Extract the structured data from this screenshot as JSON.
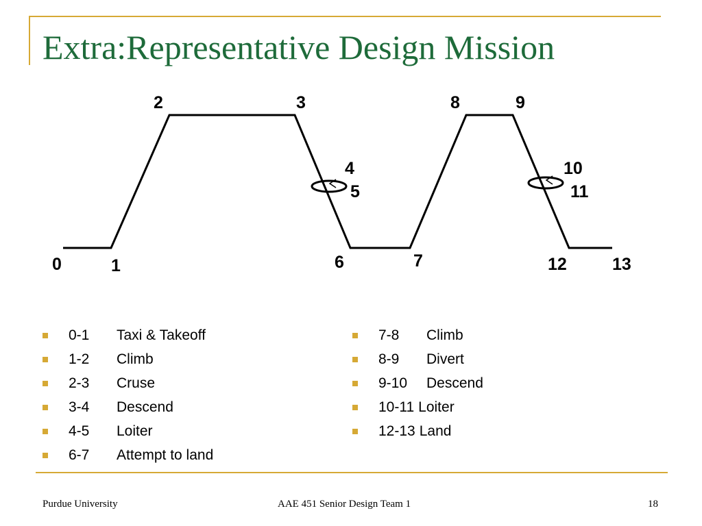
{
  "slide": {
    "title": "Extra:Representative Design Mission",
    "footer_left": "Purdue University",
    "footer_center": "AAE 451 Senior Design Team 1",
    "page_number": "18"
  },
  "diagram": {
    "point_labels": [
      "0",
      "1",
      "2",
      "3",
      "4",
      "5",
      "6",
      "7",
      "8",
      "9",
      "10",
      "11",
      "12",
      "13"
    ]
  },
  "legend_left": [
    {
      "code": "0-1",
      "text": "Taxi & Takeoff"
    },
    {
      "code": "1-2",
      "text": "Climb"
    },
    {
      "code": "2-3",
      "text": "Cruse"
    },
    {
      "code": "3-4",
      "text": "Descend"
    },
    {
      "code": "4-5",
      "text": "Loiter"
    },
    {
      "code": "6-7",
      "text": "Attempt to land"
    }
  ],
  "legend_right": [
    {
      "code": "7-8",
      "text": "Climb"
    },
    {
      "code": "8-9",
      "text": "Divert"
    },
    {
      "code": "9-10",
      "text": "Descend"
    },
    {
      "code": "10-11",
      "text": "Loiter"
    },
    {
      "code": "12-13",
      "text": "Land"
    }
  ],
  "colors": {
    "accent": "#d6a935",
    "title": "#1e6b3a",
    "line": "#000000"
  }
}
